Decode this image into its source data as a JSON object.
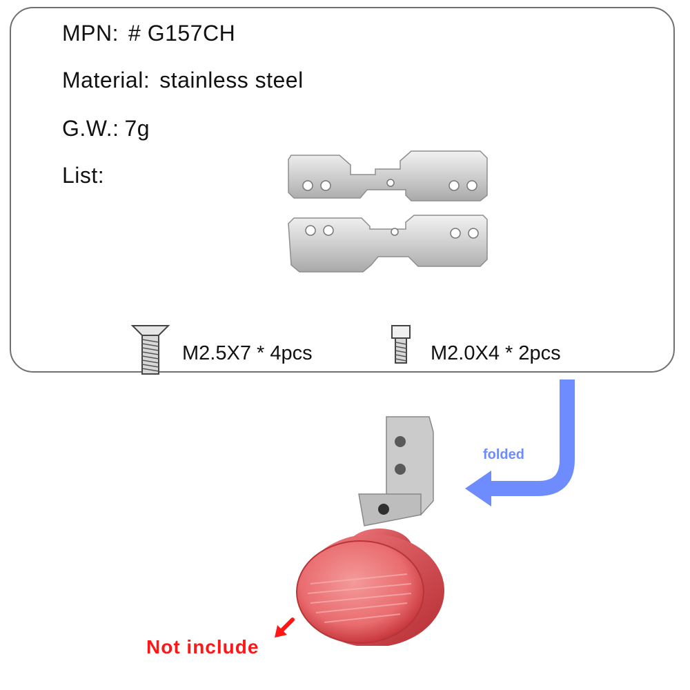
{
  "spec": {
    "mpn_label": "MPN:",
    "mpn_value": "# G157CH",
    "material_label": "Material:",
    "material_value": "stainless steel",
    "gw_label": "G.W.:",
    "gw_value": "7g",
    "list_label": "List:"
  },
  "screws": [
    {
      "label": "M2.5X7 * 4pcs",
      "icon": "countersunk-screw-icon"
    },
    {
      "label": "M2.0X4 * 2pcs",
      "icon": "socket-cap-screw-icon"
    }
  ],
  "annotations": {
    "folded": "folded",
    "not_include": "Not include"
  },
  "colors": {
    "card_border": "#6f6f6f",
    "folded_arrow": "#6f8cff",
    "not_include": "#ff1616",
    "lamp_red": "#e64a4f",
    "steel": "#c9c9c9"
  }
}
